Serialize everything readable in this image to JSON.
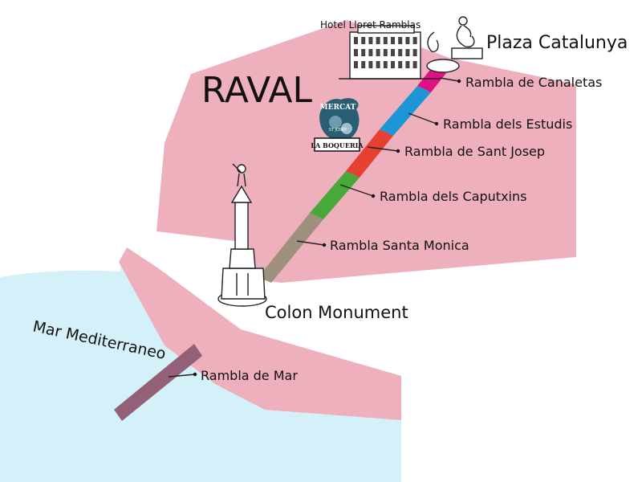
{
  "map": {
    "district_label": "RAVAL",
    "sea_label": "Mar Mediterraneo",
    "hotel_label": "Hotel Lloret Ramblas",
    "plaza_label": "Plaza Catalunya",
    "monument_label": "Colon Monument",
    "market_logo_lines": [
      "MERCAT",
      "ST JOSEP",
      "LA BOQUERIA"
    ],
    "colors": {
      "land": "#efb0bd",
      "sea": "#d4f0f9",
      "canaletas": "#e01283",
      "estudis": "#1c96d6",
      "sant_josep": "#e64031",
      "caputxins": "#48a839",
      "santa_monica": "#9f8f7d",
      "rambla_de_mar": "#946077"
    },
    "segments": [
      {
        "id": "canaletas",
        "label": "Rambla de Canaletas",
        "color": "#e01283"
      },
      {
        "id": "estudis",
        "label": "Rambla dels Estudis",
        "color": "#1c96d6"
      },
      {
        "id": "sant-josep",
        "label": "Rambla de Sant Josep",
        "color": "#e64031"
      },
      {
        "id": "caputxins",
        "label": "Rambla dels Caputxins",
        "color": "#48a839"
      },
      {
        "id": "santa-monica",
        "label": "Rambla Santa Monica",
        "color": "#9f8f7d"
      },
      {
        "id": "rambla-de-mar",
        "label": "Rambla de Mar",
        "color": "#946077"
      }
    ]
  }
}
